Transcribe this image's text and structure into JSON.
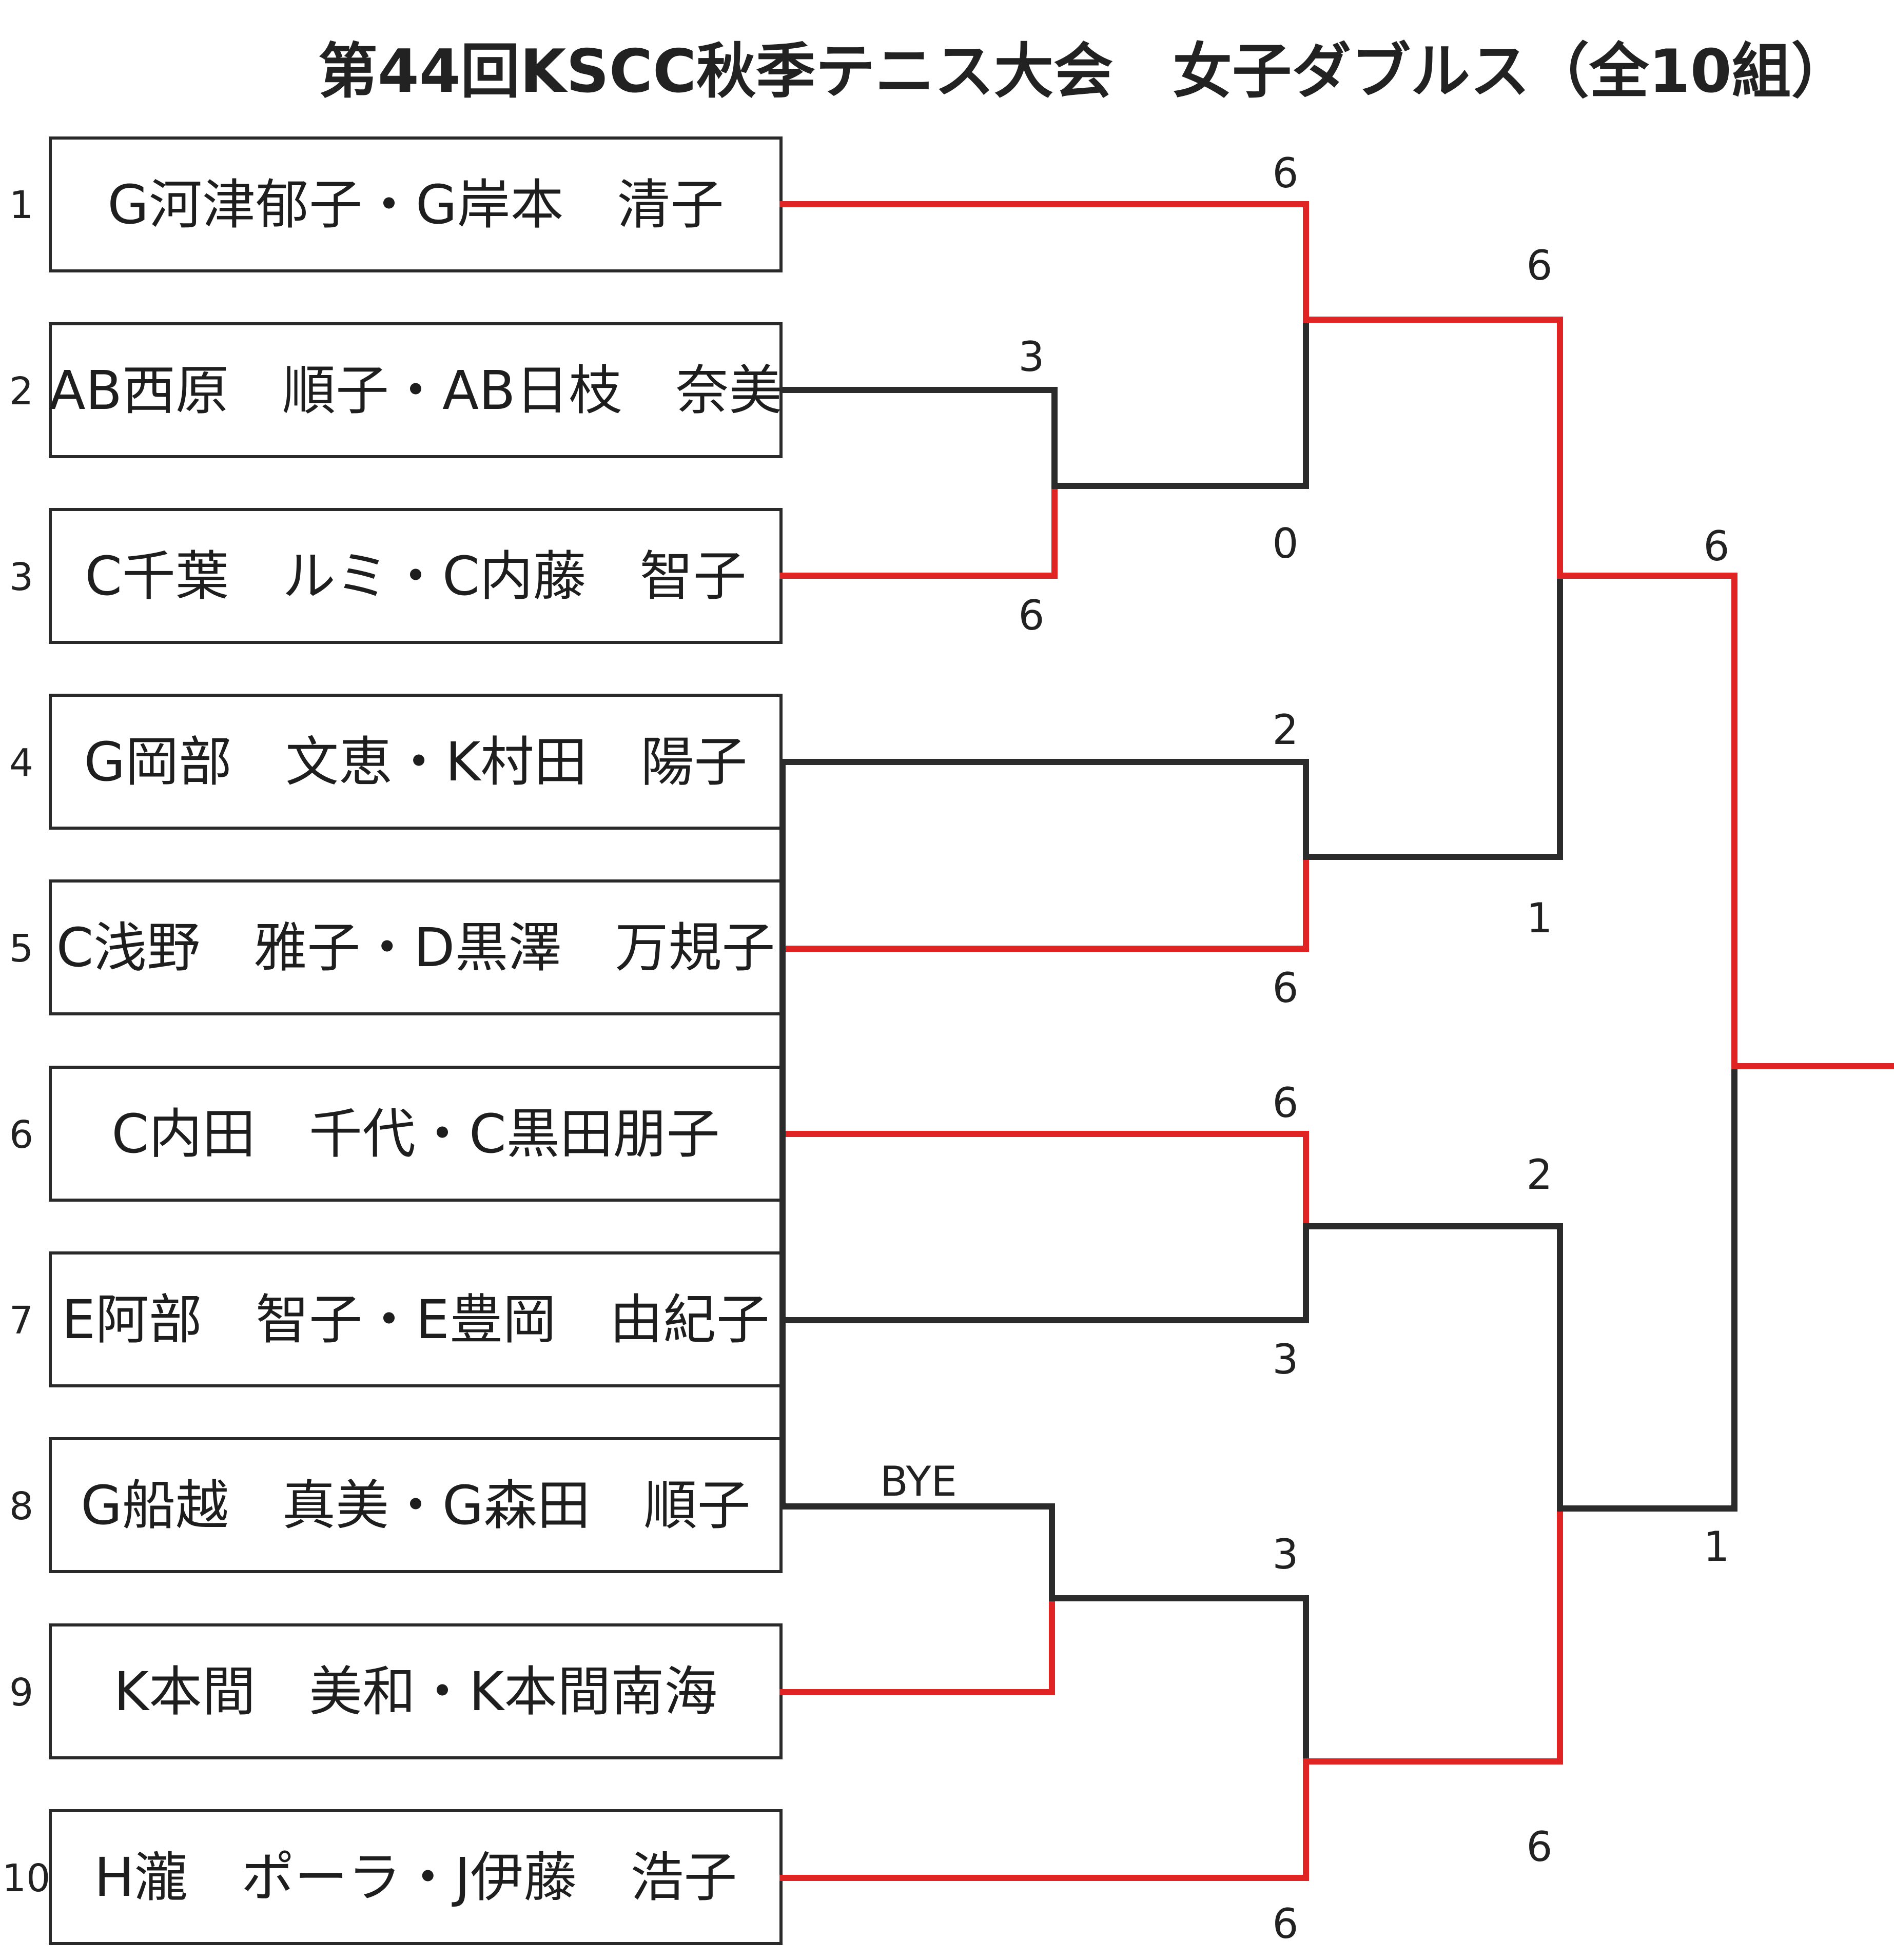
{
  "title": "第44回KSCC秋季テニス大会　女子ダブルス（全10組）",
  "teams": [
    {
      "seed": "1",
      "name": "G河津郁子・G岸本　清子"
    },
    {
      "seed": "2",
      "name": "AB西原　順子・AB日枝　奈美"
    },
    {
      "seed": "3",
      "name": "C千葉　ルミ・C内藤　智子"
    },
    {
      "seed": "4",
      "name": "G岡部　文恵・K村田　陽子"
    },
    {
      "seed": "5",
      "name": "C浅野　雅子・D黒澤　万規子"
    },
    {
      "seed": "6",
      "name": "C内田　千代・C黒田朋子"
    },
    {
      "seed": "7",
      "name": "E阿部　智子・E豊岡　由紀子"
    },
    {
      "seed": "8",
      "name": "G船越　真美・G森田　順子"
    },
    {
      "seed": "9",
      "name": "K本間　美和・K本間南海"
    },
    {
      "seed": "10",
      "name": "H瀧　ポーラ・J伊藤　浩子"
    }
  ],
  "bye": "BYE",
  "scores": {
    "r1_2v3_top": "3",
    "r1_2v3_bottom": "6",
    "r2_1_top": "6",
    "r2_1_bottom": "0",
    "r2_4v5_top": "2",
    "r2_4v5_bottom": "6",
    "r2_6v7_top": "6",
    "r2_6v7_bottom": "3",
    "r2_9v10_top": "3",
    "r2_9v10_bottom": "6",
    "sf_upper_top": "6",
    "sf_upper_bottom": "1",
    "sf_lower_top": "2",
    "sf_lower_bottom": "6",
    "final_top": "6",
    "final_bottom": "1"
  },
  "colors": {
    "winner_line": "#e02424",
    "loser_line": "#2b2b2b"
  }
}
